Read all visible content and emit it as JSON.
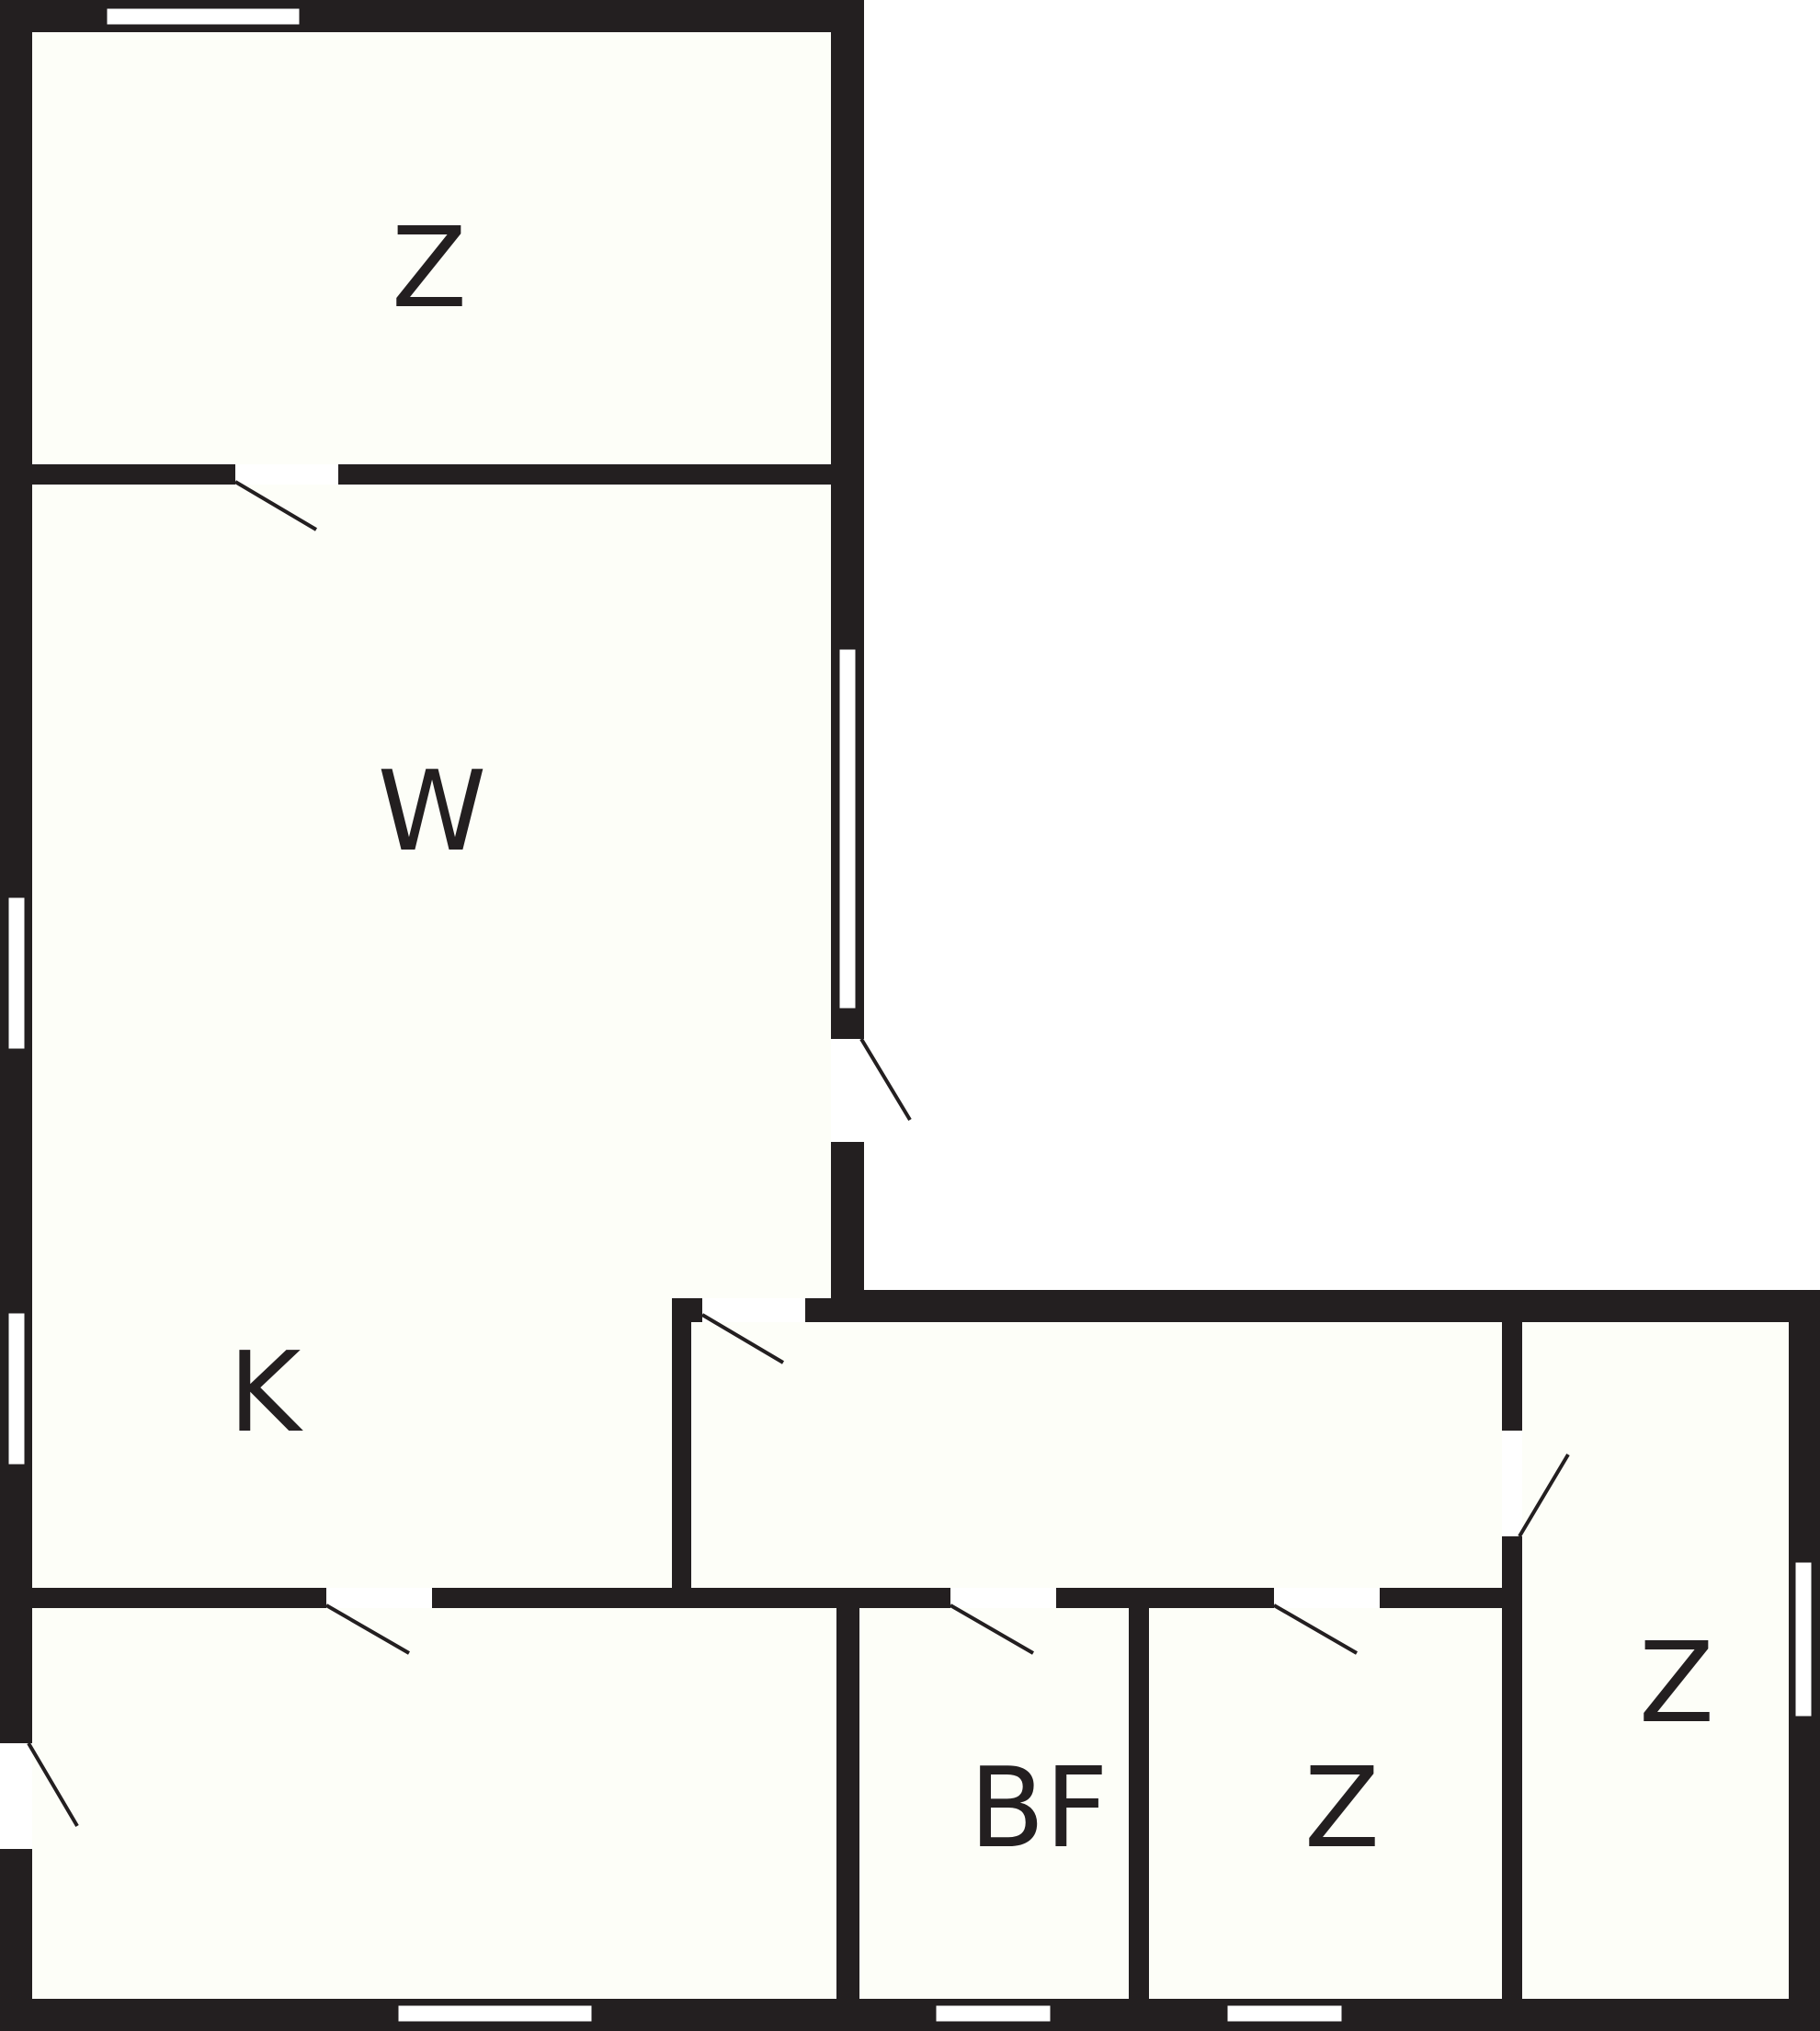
{
  "colors": {
    "wall": "#231f20",
    "floor": "#fdfef8",
    "opening": "#ffffff",
    "background": "#ffffff"
  },
  "rooms": [
    {
      "id": "room-top",
      "label": "Z"
    },
    {
      "id": "room-living",
      "label": "W"
    },
    {
      "id": "room-kitchen",
      "label": "K"
    },
    {
      "id": "room-bath",
      "label": "BF"
    },
    {
      "id": "room-small",
      "label": "Z"
    },
    {
      "id": "room-right",
      "label": "Z"
    },
    {
      "id": "room-hall",
      "label": ""
    },
    {
      "id": "room-bottom-left",
      "label": ""
    }
  ]
}
